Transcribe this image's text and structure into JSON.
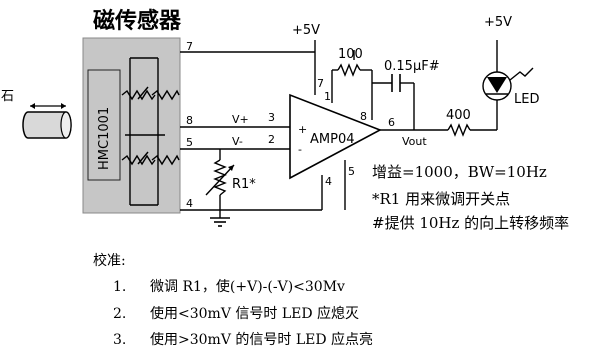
{
  "title": "磁传感器",
  "stray_char": "石",
  "sensor_chip": {
    "label": "HMC1001"
  },
  "supply": {
    "label_center": "+5V",
    "label_right": "+5V"
  },
  "components": {
    "r_gain": "100",
    "cap": "0.15μF#",
    "r_led": "400",
    "led": "LED",
    "r1": "R1*",
    "amp": "AMP04"
  },
  "pins": {
    "chip_top": "7",
    "chip_8": "8",
    "chip_5": "5",
    "chip_4": "4",
    "amp_7": "7",
    "amp_1": "1",
    "amp_8": "8",
    "amp_3": "3",
    "amp_2": "2",
    "amp_6": "6",
    "amp_4": "4",
    "amp_5": "5",
    "plus": "+",
    "minus": "-"
  },
  "nets": {
    "vplus": "V+",
    "vminus": "V-",
    "vout": "Vout"
  },
  "notes": [
    "增益=1000，BW=10Hz",
    "*R1 用来微调开关点",
    "#提供 10Hz 的向上转移频率"
  ],
  "calibration": {
    "heading": "校准:",
    "steps": [
      {
        "num": "1.",
        "text": "微调 R1，使(+V)-(-V)<30Mv"
      },
      {
        "num": "2.",
        "text": "使用<30mV 信号时 LED 应熄灭"
      },
      {
        "num": "3.",
        "text": "使用>30mV 的信号时 LED 应点亮"
      }
    ]
  }
}
